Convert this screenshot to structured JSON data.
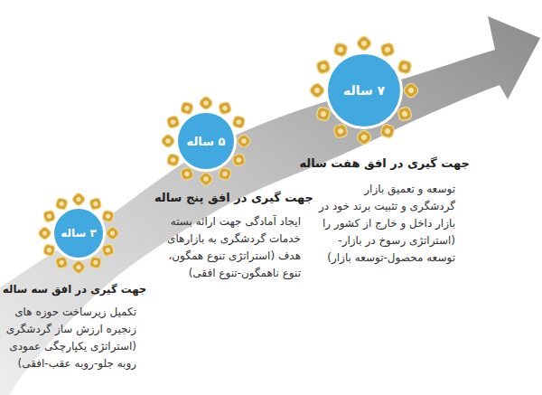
{
  "diagram": {
    "nodes": [
      {
        "text": [
          "۳ ساله"
        ]
      },
      {
        "text": [
          "۵ ساله"
        ]
      },
      {
        "text": [
          "۷ ساله"
        ]
      }
    ],
    "labels": [
      "جهت گیری در افق سه ساله",
      "تکمیل زیرساخت حوزه های زنجیره ارزش ساز گردشگری (استراتژی یکپارچگی عمودی روبه جلو-روبه عقب-افقی)",
      "جهت گیری در افق پنج ساله",
      "ایجاد آمادگی جهت ارائه بسته خدمات گردشگری به بازارهای هدف (استراتژی تنوع همگون، تنوع ناهمگون-تنوع افقی)",
      "جهت گیری در افق هفت ساله",
      "توسعه و تعمیق بازار گردشگری و تثبیت برند خود در بازار داخل و خارج از کشور را (استراتژی رسوخ در بازار-توسعه محصول-توسعه بازار)"
    ]
  }
}
